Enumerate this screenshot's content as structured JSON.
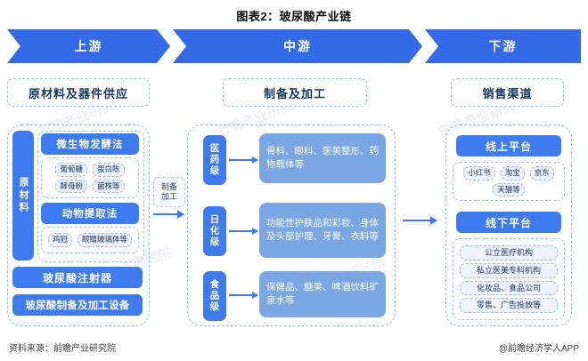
{
  "title": "图表2：玻尿酸产业链",
  "banner": {
    "upstream": "上游",
    "midstream": "中游",
    "downstream": "下游"
  },
  "headers": {
    "upstream": "原材料及器件供应",
    "midstream": "制备及加工",
    "downstream": "销售渠道"
  },
  "upstream": {
    "vertical_label": "原材料",
    "methods": [
      {
        "name": "微生物发酵法",
        "items": [
          "葡萄糖",
          "蛋白陈",
          "酵母粉",
          "菌株等"
        ]
      },
      {
        "name": "动物提取法",
        "items": [
          "鸡冠",
          "眼睛玻璃体等"
        ]
      }
    ],
    "devices": [
      "玻尿酸注射器",
      "玻尿酸制备及加工设备"
    ]
  },
  "connector": {
    "line1": "制备",
    "line2": "加工"
  },
  "midstream": {
    "grades": [
      {
        "label": "医药级",
        "content": "骨科、眼科、医美整形、药物载体等"
      },
      {
        "label": "日化级",
        "content": "功能性护肤品和彩妆、身体及头部护理、牙膏、衣料等"
      },
      {
        "label": "食品级",
        "content": "保健品、糖果、啤酒饮料矿泉水等"
      }
    ]
  },
  "downstream": {
    "online": {
      "title": "线上平台",
      "items": [
        "小红书",
        "淘宝",
        "京东",
        "天猫等"
      ]
    },
    "offline": {
      "title": "线下平台",
      "items": [
        "公立医疗机构",
        "私立医美专科机构",
        "化妆品、食品公司",
        "零售、广告投放等"
      ]
    }
  },
  "footer": {
    "source": "资料来源：前瞻产业研究院",
    "credit": "@前瞻经济学人APP"
  },
  "colors": {
    "banner_blue": "#3469E8",
    "bar_blue": "#3E7BEE",
    "content_blue": "#7AA6E3",
    "tag_bg": "#EDF2FC",
    "dash_border": "#9dbbe8"
  },
  "watermark": "前瞻产业研究院"
}
